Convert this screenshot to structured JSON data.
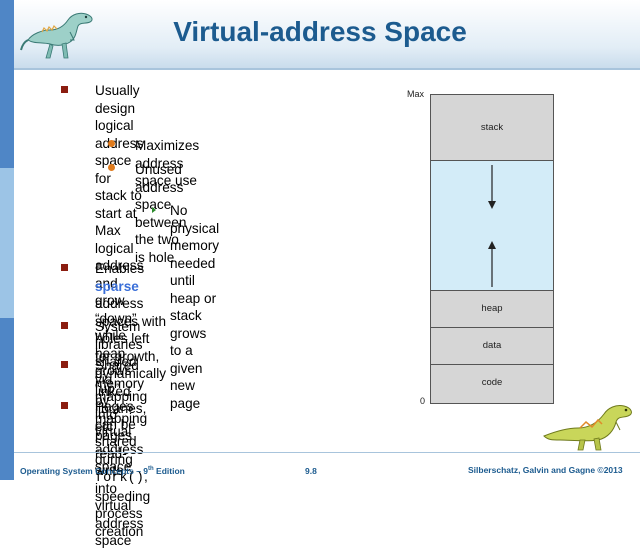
{
  "slide": {
    "title": "Virtual-address Space"
  },
  "bullets": {
    "b1": [
      "Usually design logical address space for",
      "stack to start at Max logical address and",
      "grow “down” while heap grows “up”"
    ],
    "b1_sub1": "Maximizes address space use",
    "b1_sub2": [
      "Unused address space between",
      "the two is hole"
    ],
    "b1_sub2_sub1": [
      "No physical memory needed",
      "until heap or stack grows to a",
      "given new page"
    ],
    "b2": {
      "pre": "Enables ",
      "highlight": "sparse",
      "post": " address spaces with",
      "line2": "holes left for growth, dynamically linked",
      "line3": "libraries, etc"
    },
    "b3": [
      "System libraries shared via mapping into",
      "virtual address space"
    ],
    "b4": [
      "Shared memory by mapping pages read-",
      "write into virtual address space"
    ],
    "b5": {
      "pre": "Pages can be shared during ",
      "code": "fork()",
      "post": ",",
      "line2": "speeding process creation"
    }
  },
  "diagram": {
    "max_label": "Max",
    "zero_label": "0",
    "segments": [
      "stack",
      "",
      "heap",
      "data",
      "code"
    ]
  },
  "footer": {
    "left_pre": "Operating System Concepts – 9",
    "left_sup": "th",
    "left_post": " Edition",
    "page": "9.8",
    "right": "Silberschatz, Galvin and Gagne ©2013"
  },
  "colors": {
    "title": "#1c5b8f",
    "square_bullet": "#8b1d10",
    "round_bullet": "#e07b1c",
    "triangle_bullet": "#2c8a2c",
    "highlight": "#3a6fd8",
    "segment_gray": "#d6d6d6",
    "hole_blue": "#d3ecf8"
  },
  "icons": {
    "top_mascot": "dinosaur-icon",
    "bottom_mascot": "dinosaur-icon"
  }
}
